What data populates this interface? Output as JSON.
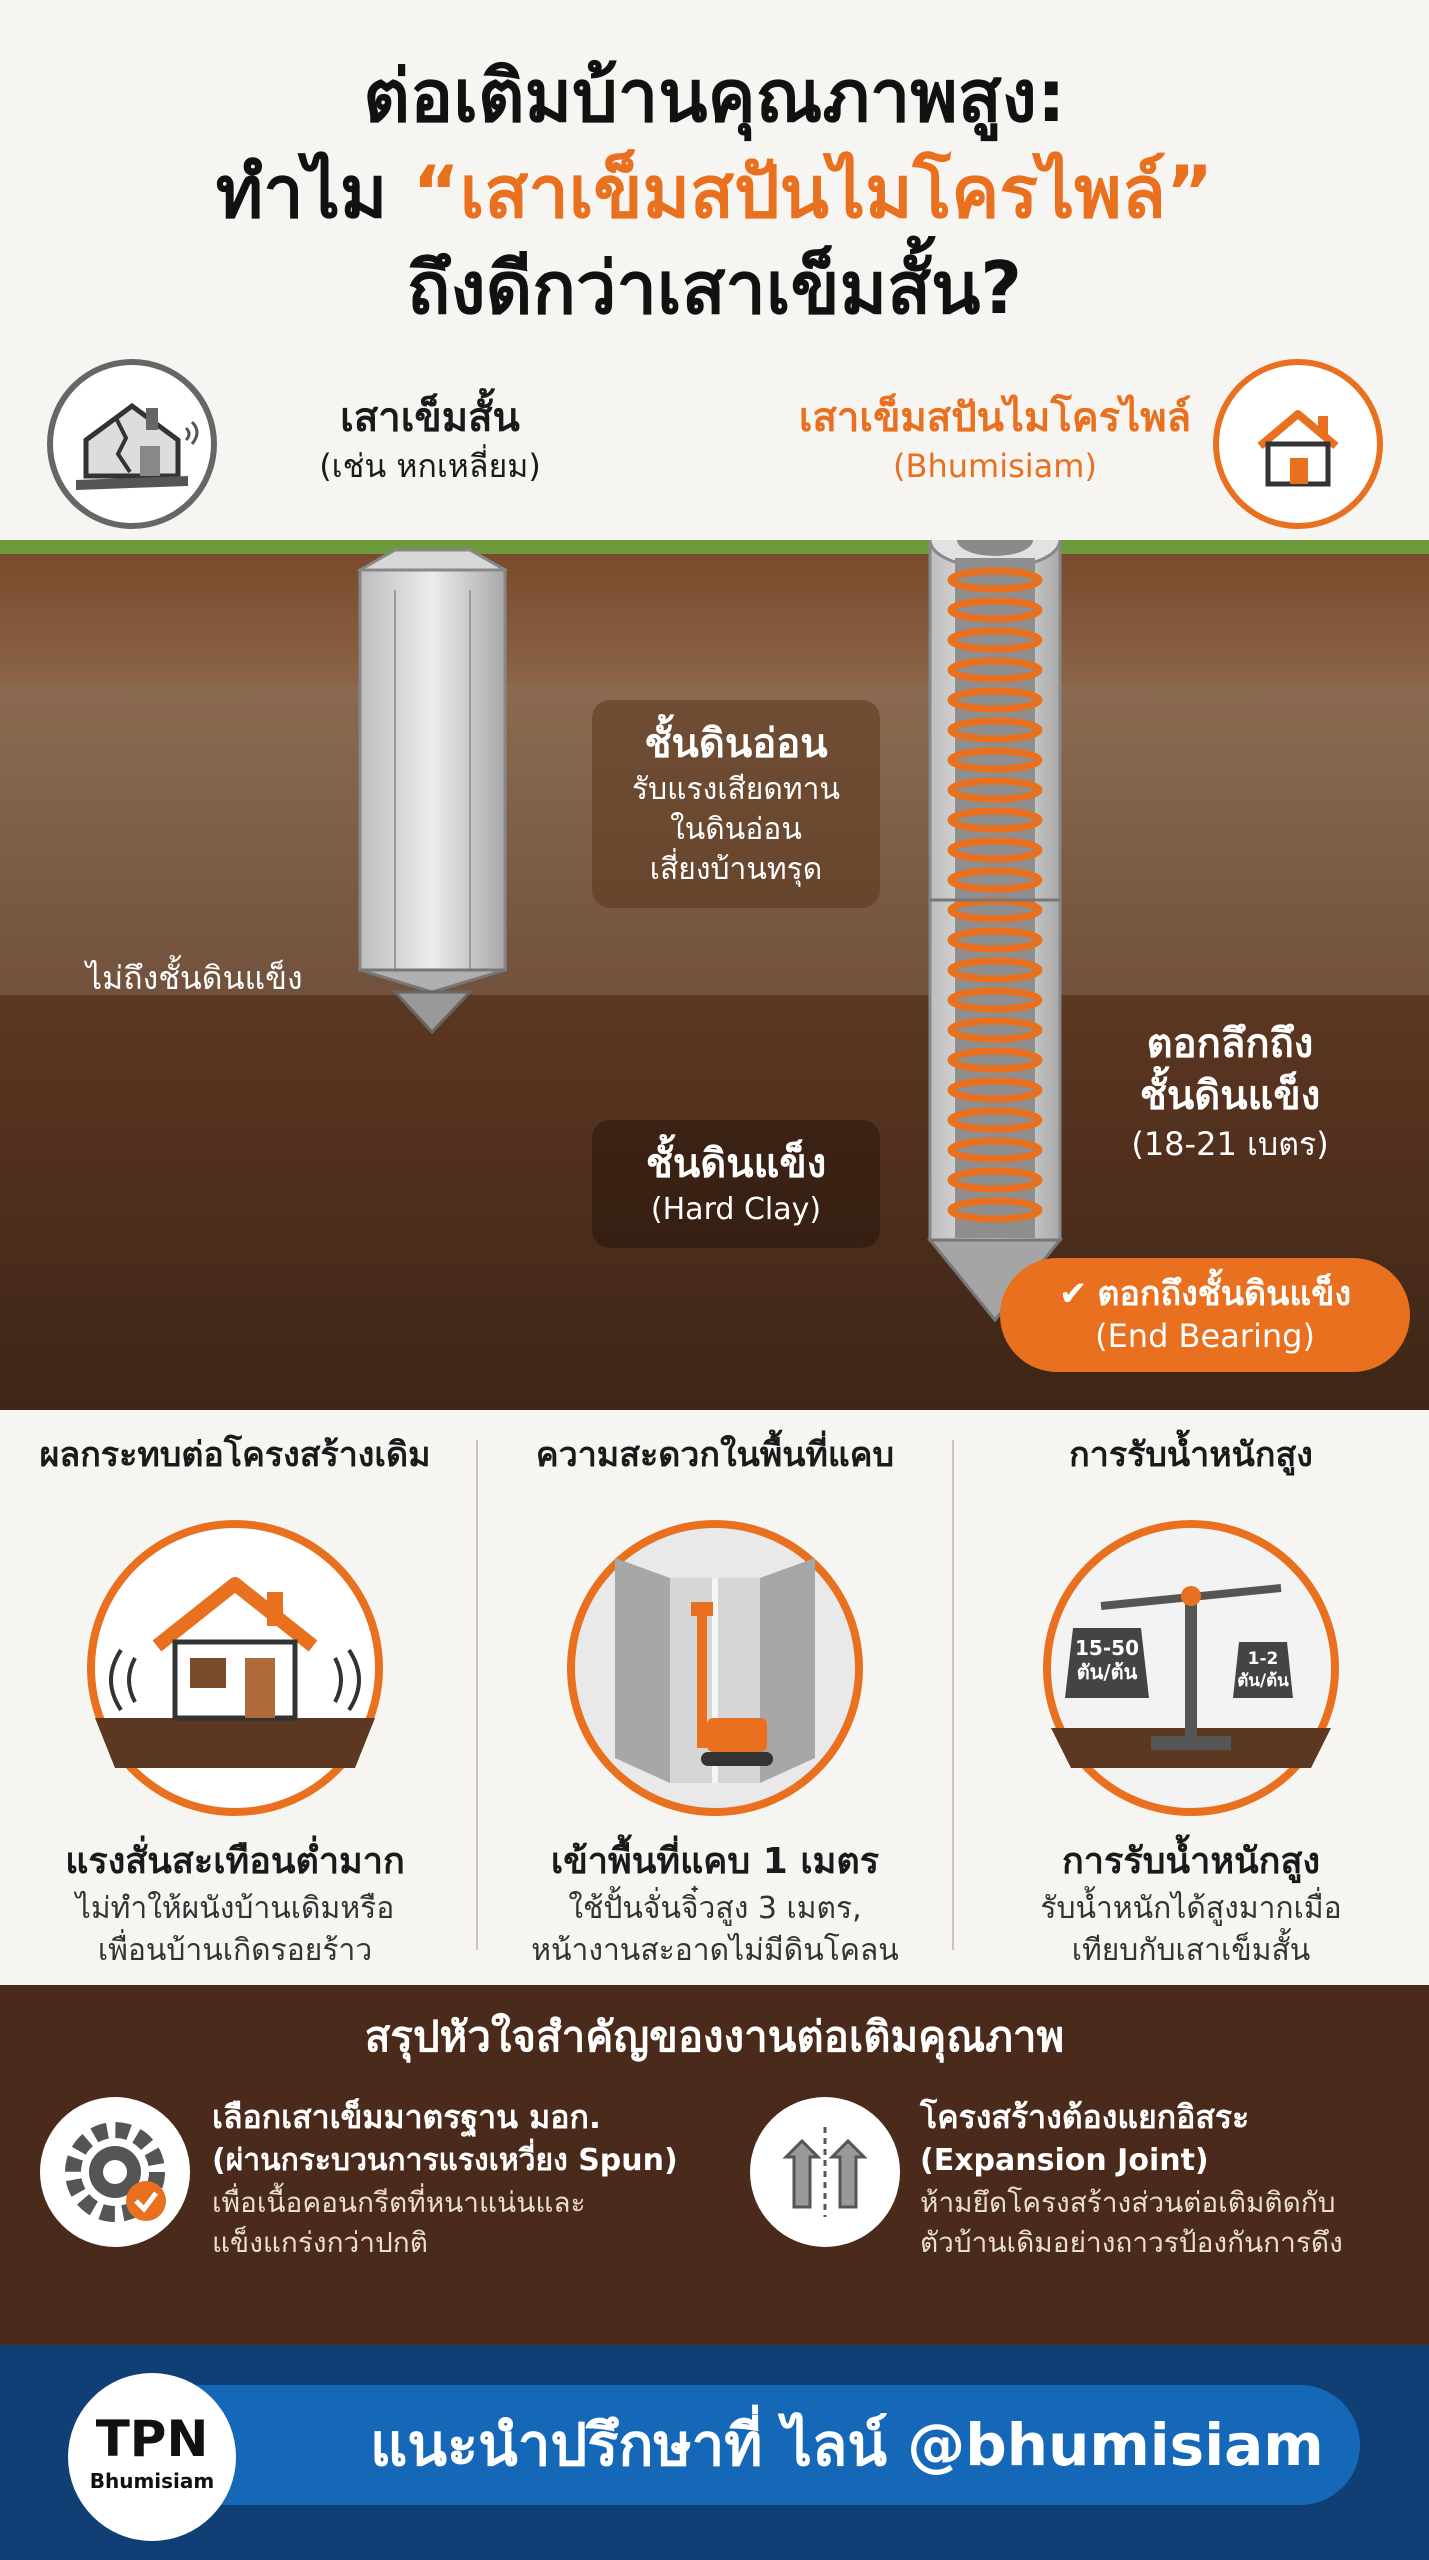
{
  "title": {
    "line1": "ต่อเติมบ้านคุณภาพสูง:",
    "line2_prefix": "ทำไม ",
    "line2_accent": "“เสาเข็มสปันไมโครไพล์”",
    "line3": "ถึงดีกว่าเสาเข็มสั้น?"
  },
  "short_pile": {
    "name": "เสาเข็มสั้น",
    "sub": "(เช่น หกเหลี่ยม)",
    "not_reach": "ไม่ถึงชั้นดินแข็ง"
  },
  "spun_pile": {
    "name": "เสาเข็มสปันไมโครไพล์",
    "sub": "(Bhumisiam)",
    "depth_line1": "ตอกลึกถึง",
    "depth_line2": "ชั้นดินแข็ง",
    "depth_range": "(18-21 เบตร)",
    "badge_line1": "ตอกถึงชั้นดินแข็ง",
    "badge_line2": "(End Bearing)"
  },
  "soft_soil": {
    "title": "ชั้นดินอ่อน",
    "line1": "รับแรงเสียดทาน",
    "line2": "ในดินอ่อน",
    "line3": "เสี่ยงบ้านทรุด"
  },
  "hard_soil": {
    "title": "ชั้นดินแข็ง",
    "sub": "(Hard Clay)"
  },
  "features": [
    {
      "header": "ผลกระทบต่อโครงสร้างเดิม",
      "title": "แรงสั่นสะเทือนต่ำมาก",
      "desc1": "ไม่ทำให้ผนังบ้านเดิมหรือ",
      "desc2": "เพื่อนบ้านเกิดรอยร้าว"
    },
    {
      "header": "ความสะดวกในพื้นที่แคบ",
      "title": "เข้าพื้นที่แคบ 1 เมตร",
      "desc1": "ใช้ปั้นจั่นจิ๋วสูง 3 เมตร,",
      "desc2": "หน้างานสะอาดไม่มีดินโคลน"
    },
    {
      "header": "การรับน้ำหนักสูง",
      "title": "การรับน้ำหนักสูง",
      "desc1": "รับน้ำหนักได้สูงมากเมื่อ",
      "desc2": "เทียบกับเสาเข็มสั้น",
      "scale_left_1": "15-50",
      "scale_left_2": "ตัน/ต้น",
      "scale_right_1": "1-2",
      "scale_right_2": "ตัน/ต้น"
    }
  ],
  "summary": {
    "title": "สรุปหัวใจสำคัญของงานต่อเติมคุณภาพ",
    "items": [
      {
        "h1": "เลือกเสาเข็มมาตรฐาน มอก.",
        "h2": "(ผ่านกระบวนการแรงเหวี่ยง Spun)",
        "d1": "เพื่อเนื้อคอนกรีตที่หนาแน่นและ",
        "d2": "แข็งแกร่งกว่าปกติ"
      },
      {
        "h1": "โครงสร้างต้องแยกอิสระ",
        "h2": "(Expansion Joint)",
        "d1": "ห้ามยึดโครงสร้างส่วนต่อเติมติดกับ",
        "d2": "ตัวบ้านเดิมอย่างถาวรป้องกันการดึง"
      }
    ]
  },
  "footer": {
    "logo_big": "TPN",
    "logo_small": "Bhumisiam",
    "cta": "แนะนำปรึกษาที่ ไลน์ @bhumisiam"
  },
  "colors": {
    "accent": "#e8701e",
    "dark_brown": "#4a2a1a",
    "footer_blue": "#0f3f74",
    "pill_blue": "#1568b8"
  }
}
